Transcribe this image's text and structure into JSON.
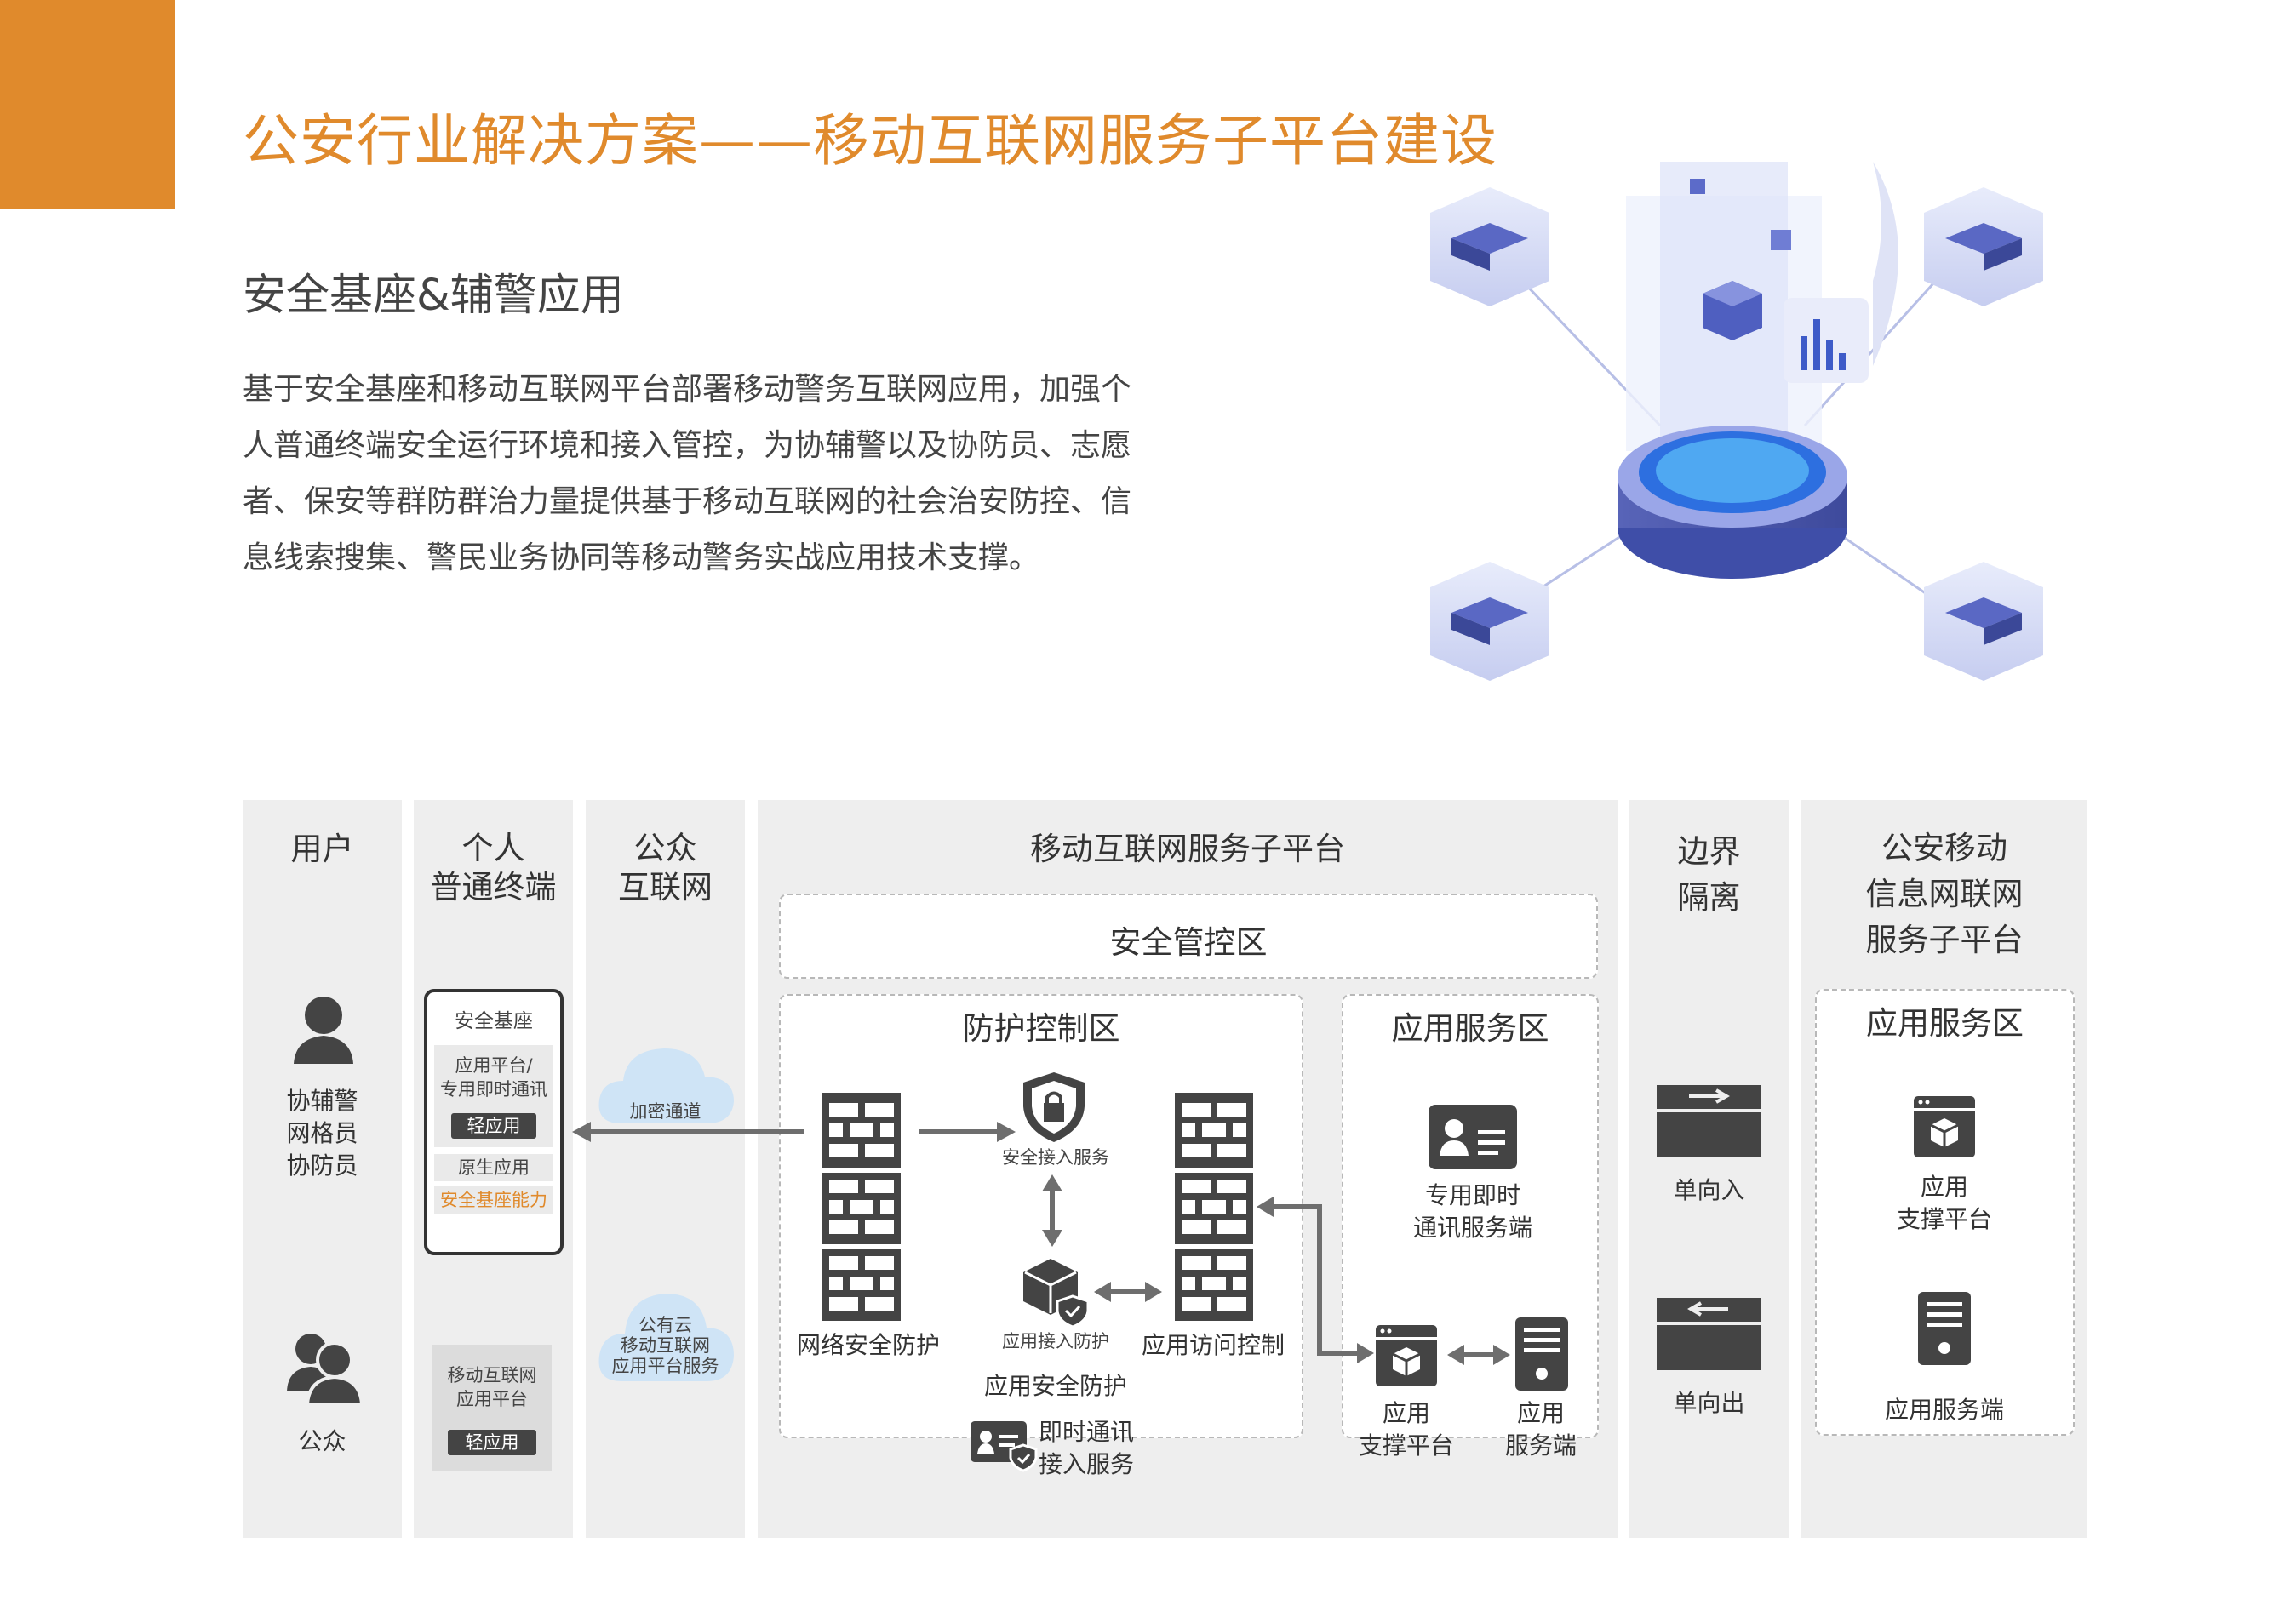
{
  "header": {
    "title": "公安行业解决方案——移动互联网服务子平台建设",
    "subtitle": "安全基座&辅警应用",
    "description": "基于安全基座和移动互联网平台部署移动警务互联网应用，加强个人普通终端安全运行环境和接入管控，为协辅警以及协防员、志愿者、保安等群防群治力量提供基于移动互联网的社会治安防控、信息线索搜集、警民业务协同等移动警务实战应用技术支撑。"
  },
  "colors": {
    "accent": "#e08a2c",
    "column_bg": "#eeeeee",
    "icon_dark": "#444444",
    "cloud": "#cfe4f6"
  },
  "columns": {
    "users": {
      "header": "用户",
      "auxiliary_police": "协辅警\n网格员\n协防员",
      "public": "公众",
      "icons": [
        "user-icon",
        "users-icon"
      ]
    },
    "terminal": {
      "header": "个人\n普通终端",
      "security_base": "安全基座",
      "app_platform": "应用平台/\n专用即时通讯",
      "light_app": "轻应用",
      "native_app": "原生应用",
      "security_capability": "安全基座能力",
      "mobile_platform": "移动互联网\n应用平台",
      "light_app_2": "轻应用"
    },
    "internet": {
      "header": "公众\n互联网",
      "encrypted_channel": "加密通道",
      "public_cloud": "公有云\n移动互联网\n应用平台服务"
    },
    "platform": {
      "header": "移动互联网服务子平台",
      "security_zone": "安全管控区",
      "protection_zone": "防护控制区",
      "service_zone": "应用服务区",
      "network_security": "网络安全防护",
      "secure_access_service": "安全接入服务",
      "app_access_protection": "应用接入防护",
      "app_security": "应用安全防护",
      "im_access": "即时通讯\n接入服务",
      "app_access_control": "应用访问控制",
      "im_server": "专用即时\n通讯服务端",
      "app_support": "应用\n支撑平台",
      "app_server": "应用\n服务端"
    },
    "border": {
      "header": "边界\n隔离",
      "inbound": "单向入",
      "outbound": "单向出"
    },
    "police": {
      "header": "公安移动\n信息网联网\n服务子平台",
      "service_zone": "应用服务区",
      "app_support": "应用\n支撑平台",
      "app_server": "应用服务端"
    }
  }
}
